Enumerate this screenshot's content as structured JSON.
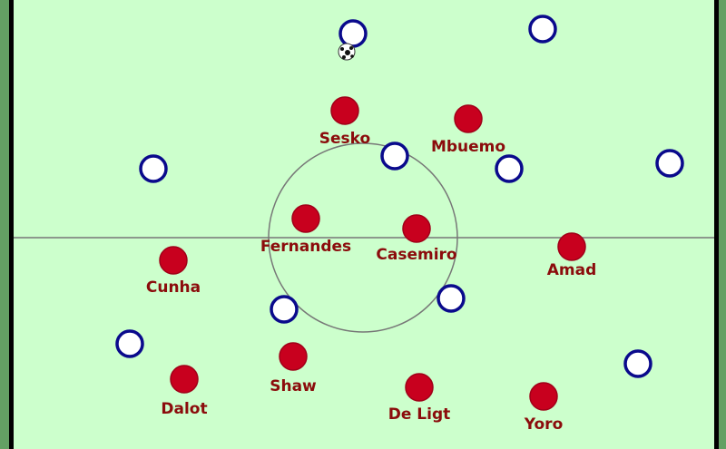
{
  "diagram": {
    "home_team": {
      "color": "#c8001e",
      "label_color": "#8b0c0c",
      "players": [
        "Sesko",
        "Mbuemo",
        "Fernandes",
        "Casemiro",
        "Amad",
        "Cunha",
        "Shaw",
        "Dalot",
        "De Ligt",
        "Yoro"
      ]
    },
    "away_team": {
      "color": "#ffffff",
      "outline_color": "#0a0a8c",
      "player_count": 10
    },
    "pitch_color": "#ccffcc",
    "ball": "soccer-ball-icon"
  }
}
